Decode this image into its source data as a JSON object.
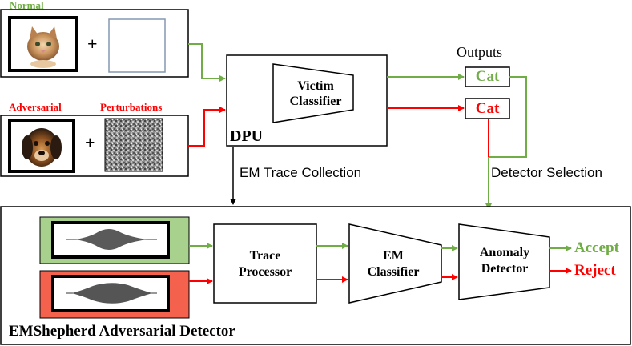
{
  "inputs": {
    "normal_label": "Normal",
    "adversarial_label": "Adversarial",
    "perturbations_label": "Perturbations",
    "plus_symbol": "+"
  },
  "dpu": {
    "label": "DPU",
    "victim_classifier": "Victim\nClassifier"
  },
  "outputs": {
    "title": "Outputs",
    "normal_output": "Cat",
    "adversarial_output": "Cat"
  },
  "connectors": {
    "em_trace_collection": "EM Trace Collection",
    "detector_selection": "Detector Selection"
  },
  "detector": {
    "title": "EMShepherd Adversarial Detector",
    "trace_processor": "Trace\nProcessor",
    "em_classifier": "EM\nClassifier",
    "anomaly_detector": "Anomaly\nDetector",
    "accept_label": "Accept",
    "reject_label": "Reject"
  },
  "colors": {
    "green": "#70ad47",
    "red": "#ff0000",
    "green_text": "#70ad47",
    "red_text": "#ff0000",
    "trace_green_bg": "#a9d18e",
    "trace_red_bg": "#f4614d"
  }
}
